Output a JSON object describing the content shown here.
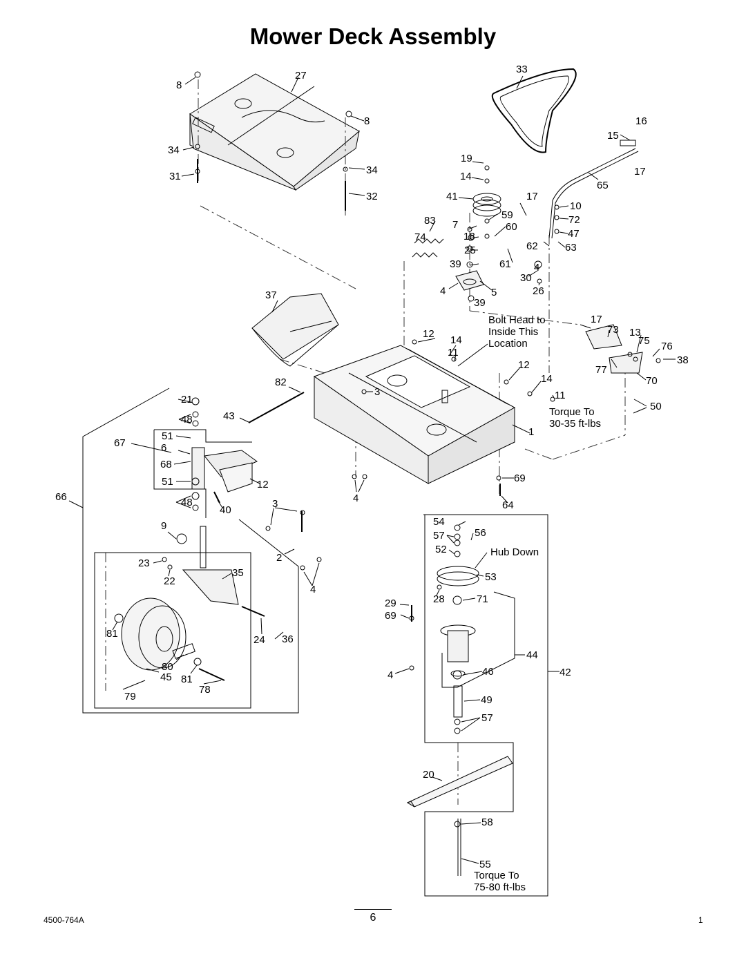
{
  "title": "Mower Deck Assembly",
  "callouts": [
    "1",
    "2",
    "3",
    "3",
    "4",
    "4",
    "4",
    "4",
    "4",
    "5",
    "6",
    "7",
    "8",
    "8",
    "9",
    "10",
    "11",
    "11",
    "12",
    "12",
    "12",
    "13",
    "14",
    "14",
    "14",
    "15",
    "16",
    "17",
    "17",
    "17",
    "18",
    "19",
    "20",
    "21",
    "22",
    "23",
    "24",
    "25",
    "26",
    "27",
    "28",
    "29",
    "30",
    "31",
    "32",
    "33",
    "34",
    "34",
    "35",
    "36",
    "37",
    "38",
    "39",
    "39",
    "40",
    "41",
    "42",
    "43",
    "44",
    "45",
    "46",
    "47",
    "48",
    "48",
    "49",
    "50",
    "51",
    "51",
    "52",
    "53",
    "54",
    "55",
    "56",
    "57",
    "57",
    "58",
    "59",
    "60",
    "61",
    "62",
    "63",
    "64",
    "65",
    "66",
    "67",
    "68",
    "69",
    "69",
    "70",
    "71",
    "72",
    "73",
    "74",
    "75",
    "76",
    "77",
    "78",
    "79",
    "80",
    "81",
    "81",
    "82",
    "83"
  ],
  "notes": {
    "bolt_head": [
      "Bolt Head to",
      "Inside This",
      "Location"
    ],
    "torque_deck": [
      "Torque To",
      "30-35 ft-lbs"
    ],
    "hub_down": "Hub Down",
    "torque_blade": [
      "Torque To",
      "75-80 ft-lbs"
    ]
  },
  "footer": {
    "doc_number": "4500-764A",
    "page": "6",
    "revision": "1"
  }
}
